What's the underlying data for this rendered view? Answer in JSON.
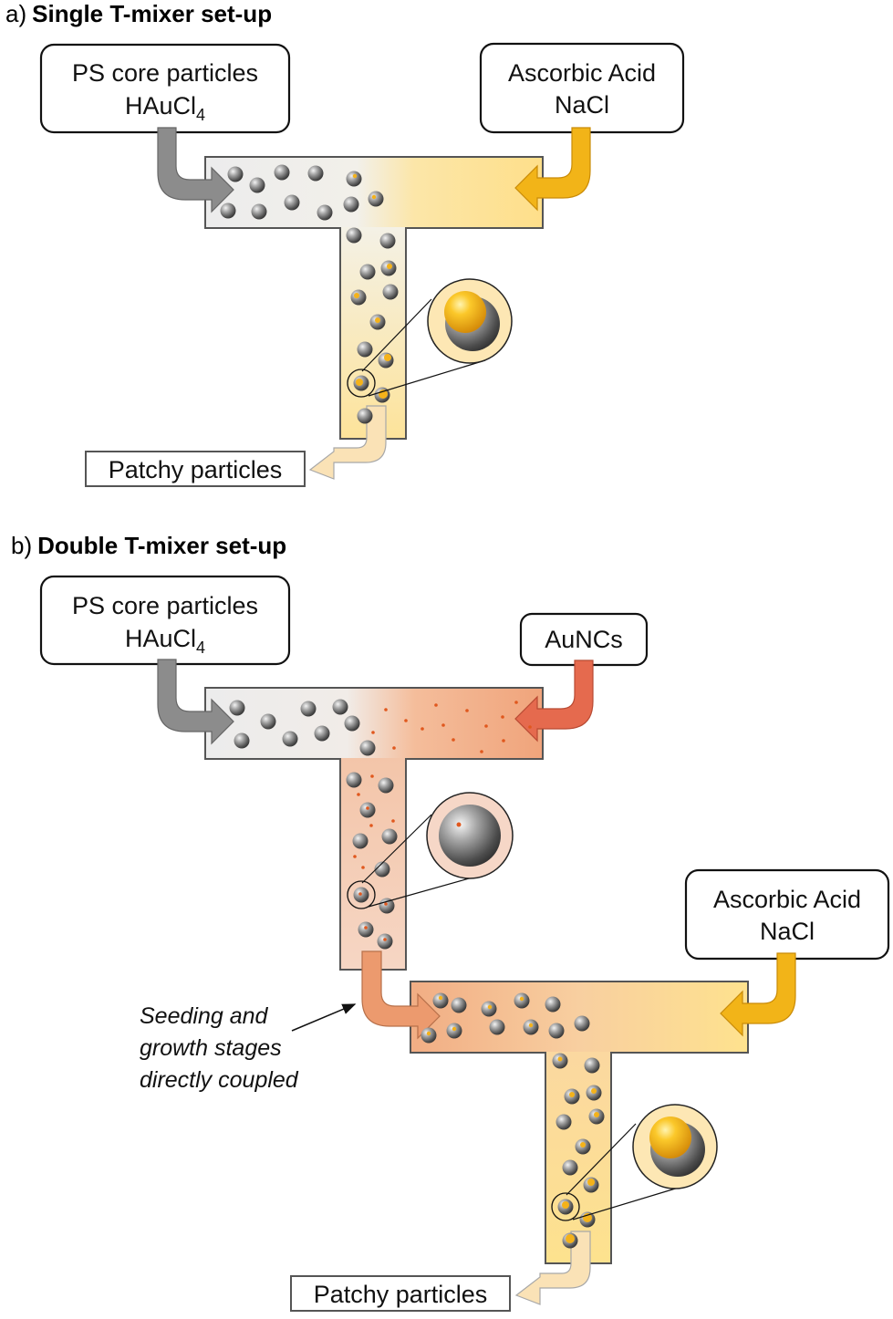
{
  "panel_a": {
    "label": "a)",
    "title": "Single T-mixer set-up",
    "left_input": {
      "line1": "PS core particles",
      "line2_main": "HAuCl",
      "line2_sub": "4"
    },
    "right_input": {
      "line1": "Ascorbic Acid",
      "line2": "NaCl"
    },
    "output": "Patchy particles"
  },
  "panel_b": {
    "label": "b)",
    "title": "Double T-mixer set-up",
    "left_input": {
      "line1": "PS core particles",
      "line2_main": "HAuCl",
      "line2_sub": "4"
    },
    "right_input_1": {
      "line1": "AuNCs"
    },
    "right_input_2": {
      "line1": "Ascorbic Acid",
      "line2": "NaCl"
    },
    "annotation": {
      "line1": "Seeding and",
      "line2": "growth stages",
      "line3": "directly coupled"
    },
    "output": "Patchy particles"
  },
  "colors": {
    "gray_arrow": "#8c8c8c",
    "yellow_arrow": "#f2b418",
    "red_arrow": "#e56a4e",
    "orange_arrow": "#ec9a6e",
    "pale_arrow": "#fae2b6",
    "channel_yellow": "#fde08a",
    "channel_orange": "#f0a77e",
    "gold_patch": "#f4b21a",
    "nanocluster": "#e0581e"
  }
}
